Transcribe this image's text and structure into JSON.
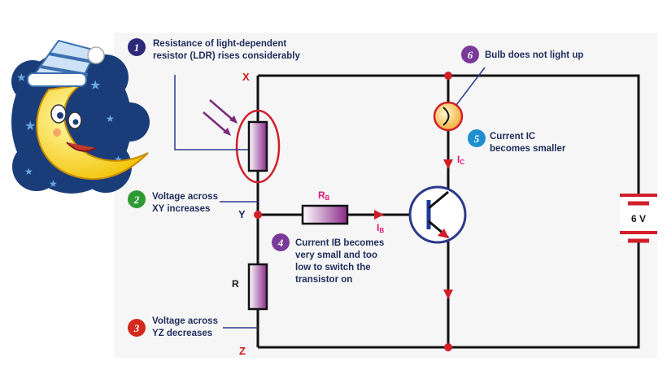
{
  "nodes": {
    "x": "X",
    "y": "Y",
    "z": "Z"
  },
  "components": {
    "rb": "R",
    "rb_sub": "B",
    "ib": "I",
    "ib_sub": "B",
    "ic": "I",
    "ic_sub": "C",
    "r": "R",
    "battery": "6 V"
  },
  "annotations": [
    {
      "num": "1",
      "color": "#2d2a7a",
      "lines": [
        "Resistance of light-dependent",
        "resistor (LDR) rises considerably"
      ]
    },
    {
      "num": "2",
      "color": "#2e9a34",
      "lines": [
        "Voltage across",
        "XY increases"
      ]
    },
    {
      "num": "3",
      "color": "#d42a1e",
      "lines": [
        "Voltage across",
        "YZ decreases"
      ]
    },
    {
      "num": "4",
      "color": "#7a3a9a",
      "lines": [
        "Current IB becomes",
        "very small and too",
        "low to switch the",
        "transistor on"
      ]
    },
    {
      "num": "5",
      "color": "#1d8fd0",
      "lines": [
        "Current IC",
        "becomes smaller"
      ]
    },
    {
      "num": "6",
      "color": "#7a3a9a",
      "lines": [
        "Bulb does not light up"
      ]
    }
  ]
}
